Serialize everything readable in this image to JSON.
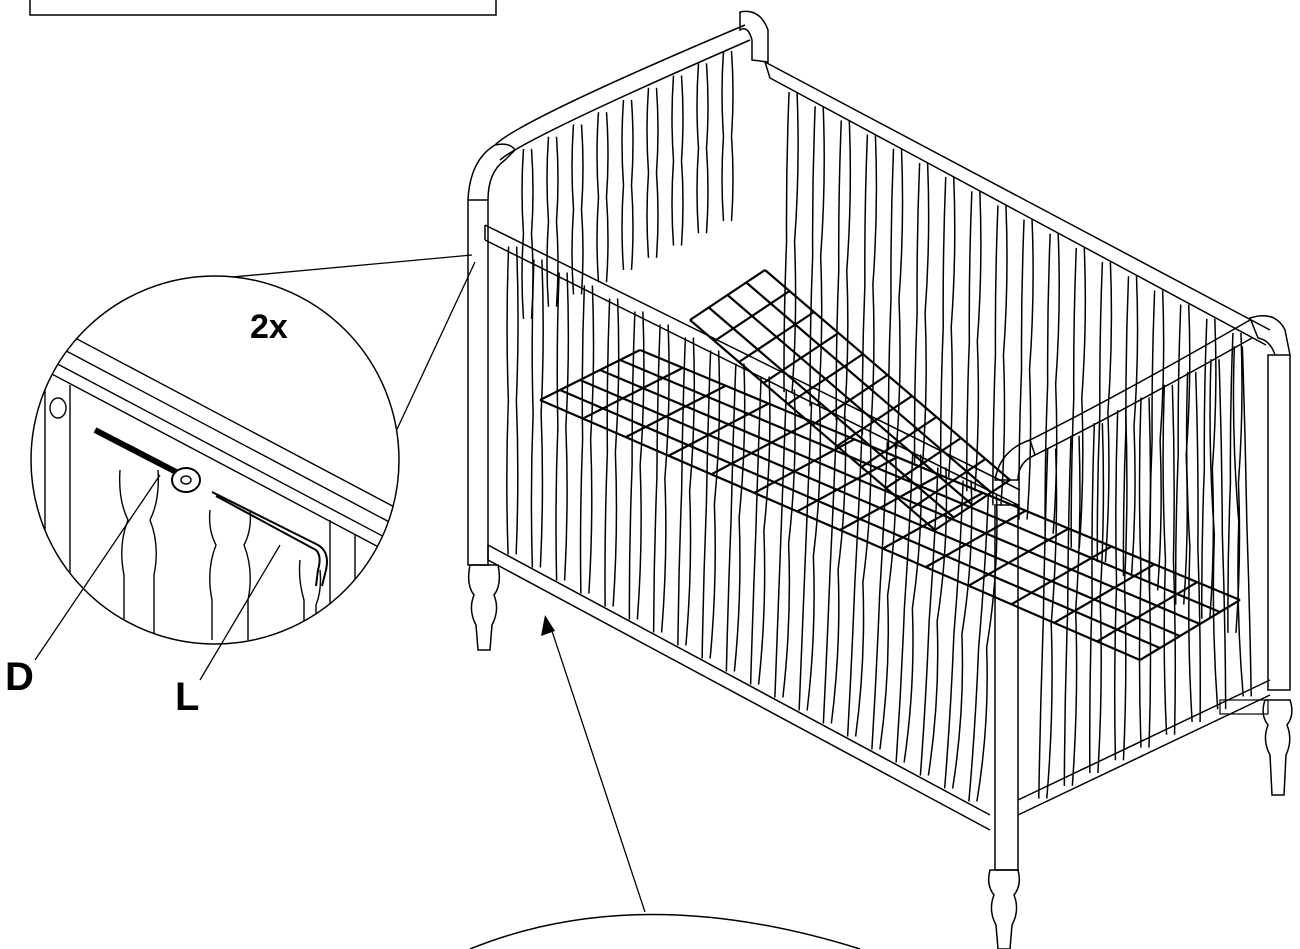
{
  "labels": {
    "multiplier": "2x",
    "part_d": "D",
    "part_l": "L"
  },
  "colors": {
    "line": "#000000",
    "background": "#ffffff"
  }
}
